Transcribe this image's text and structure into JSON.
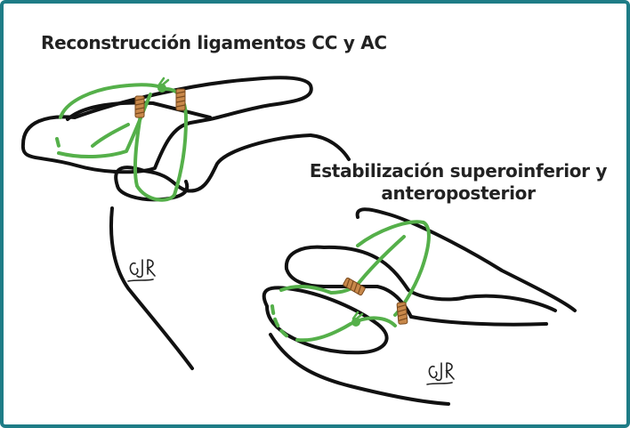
{
  "labels": {
    "ligament_reconstruction": "Reconstrucción ligamentos CC y AC",
    "stabilization_line1": "Estabilización superoinferior y",
    "stabilization_line2": "anteroposterior"
  },
  "colors": {
    "frame": "#1e7c86",
    "bone_outline": "#111111",
    "suture": "#55b04a",
    "screw": "#c8884a"
  },
  "icons": {
    "screw": "screw-icon",
    "knot": "suture-knot-icon",
    "signature": "artist-signature"
  },
  "signature_text": "GJR"
}
